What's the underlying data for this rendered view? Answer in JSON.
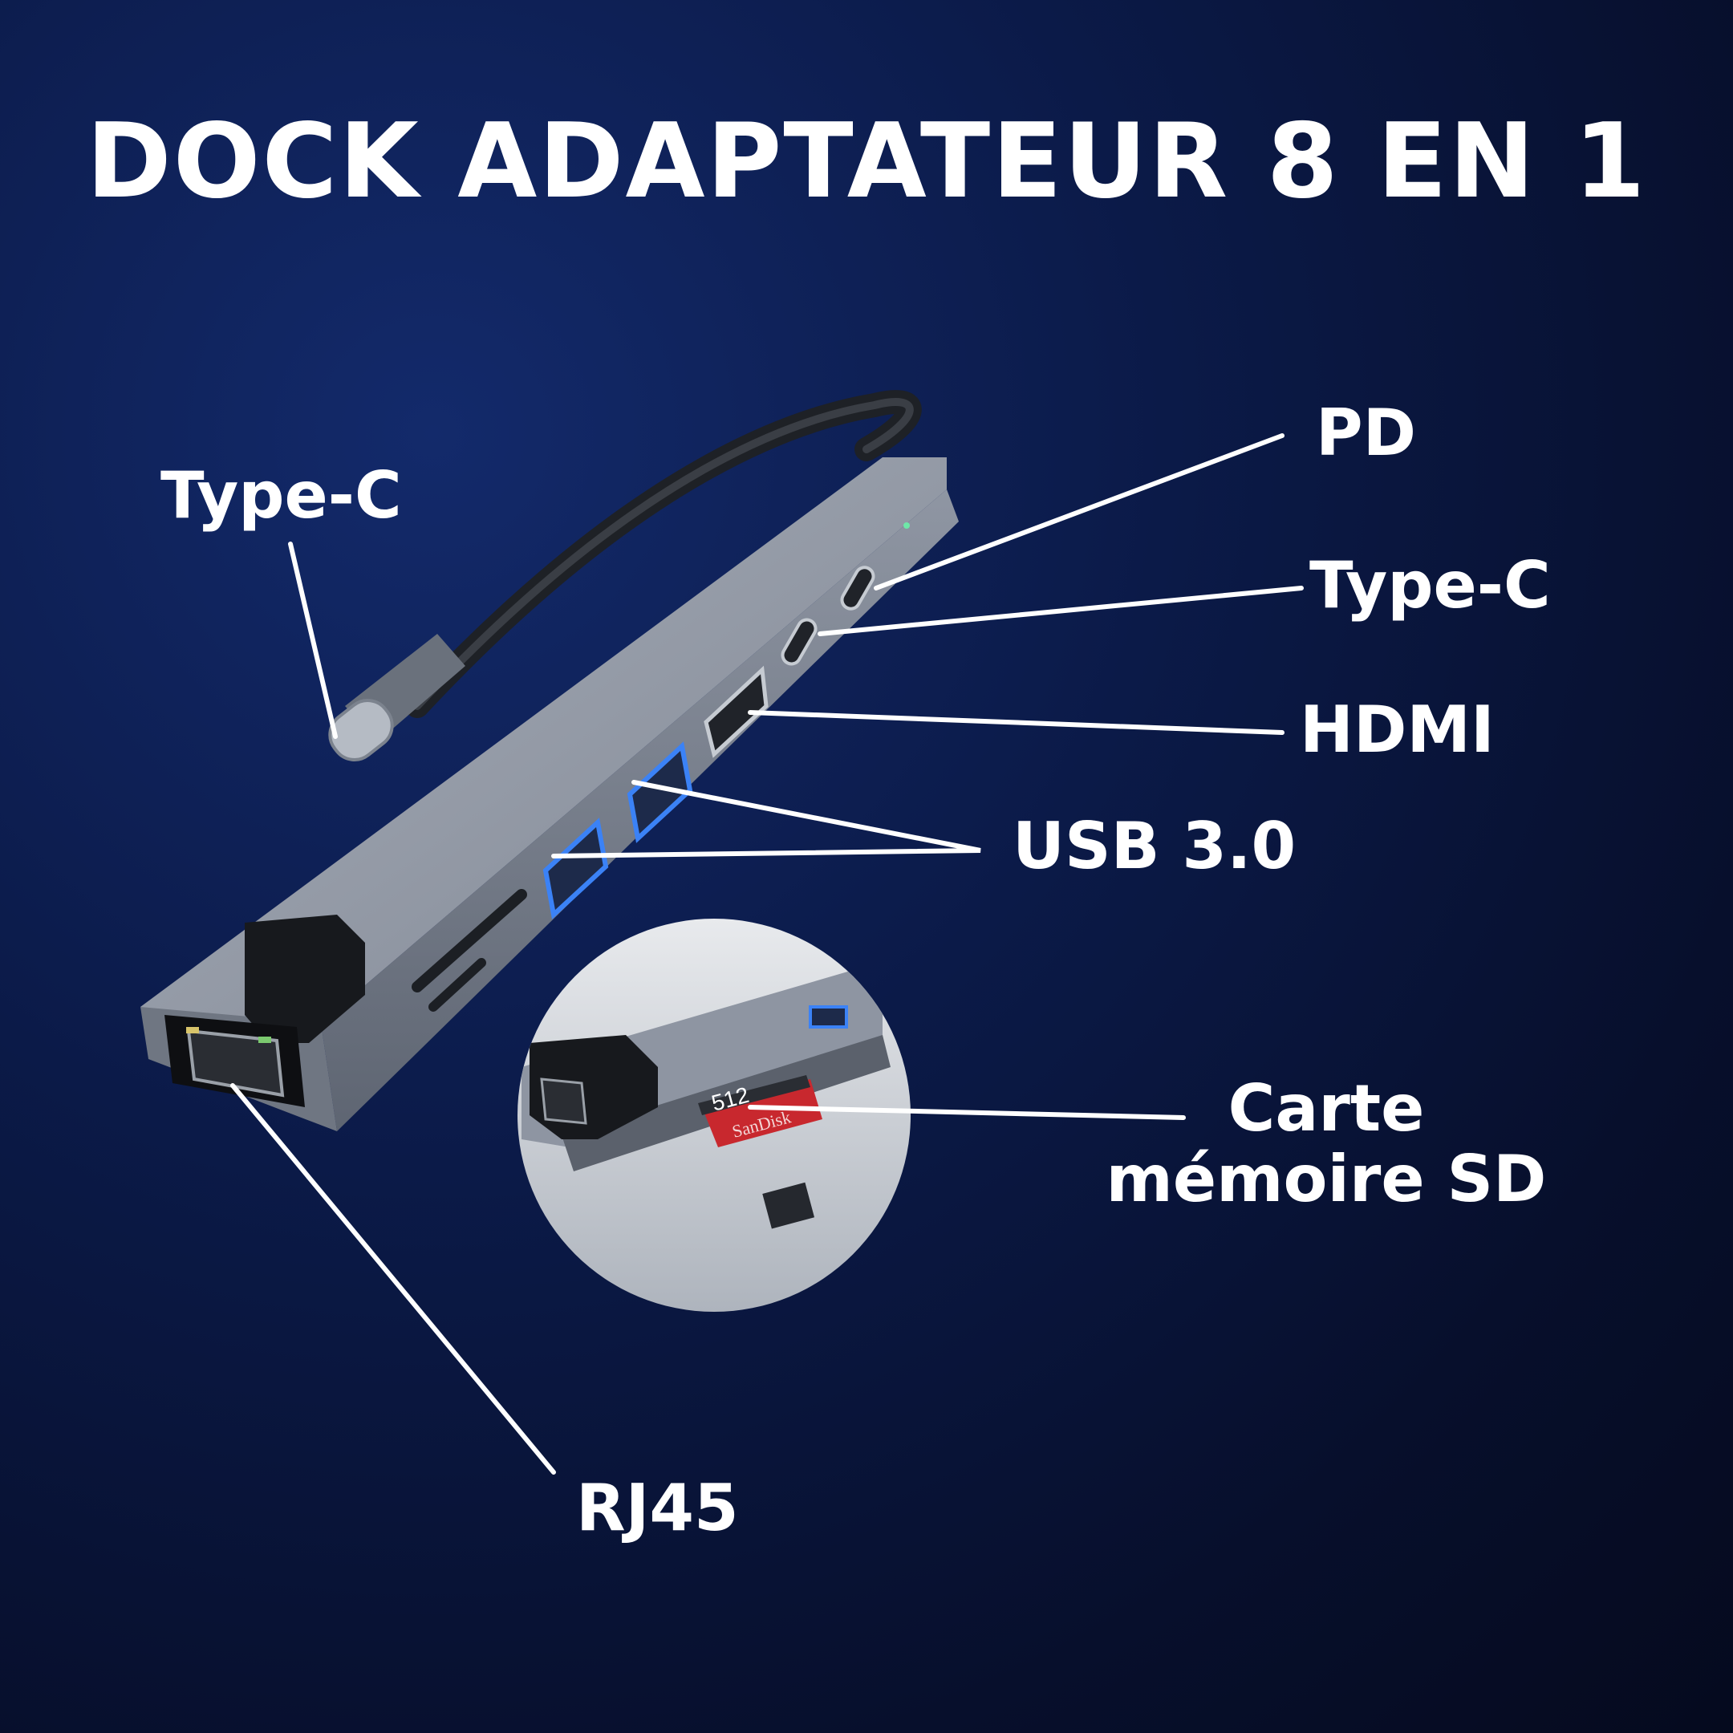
{
  "title": "DOCK ADAPTATEUR 8 EN 1",
  "labels": {
    "type_c_cable": "Type-C",
    "pd": "PD",
    "type_c_port": "Type-C",
    "hdmi": "HDMI",
    "usb": "USB 3.0",
    "sd_line1": "Carte",
    "sd_line2": "mémoire SD",
    "rj45": "RJ45"
  },
  "inset_card_text": {
    "capacity": "512",
    "brand": "SanDisk"
  },
  "colors": {
    "background": "#0b1a48",
    "text": "#ffffff",
    "dock_body": "#9299a6",
    "usb_accent": "#3b82f6"
  },
  "icons": [
    "usb-c-connector-icon",
    "rj45-port-icon",
    "hdmi-port-icon",
    "usb-port-icon",
    "sd-card-icon"
  ]
}
